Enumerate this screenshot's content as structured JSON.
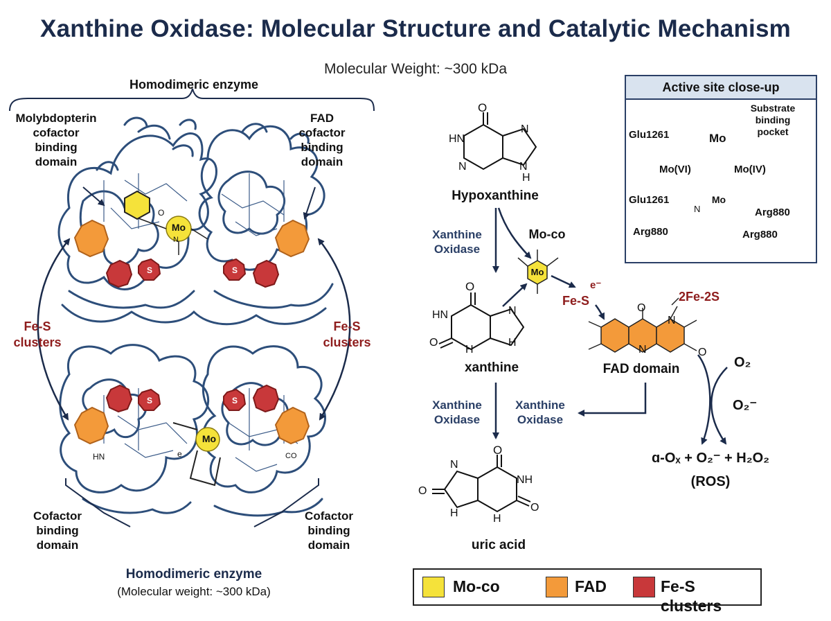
{
  "title": "Xanthine Oxidase: Molecular Structure and Catalytic Mechanism",
  "subtitle": "Molecular Weight: ~300 kDa",
  "structure": {
    "top_bracket_label": "Homodimeric enzyme",
    "moco_domain_label": [
      "Molybdopterin",
      "cofactor",
      "binding",
      "domain"
    ],
    "fad_domain_label": [
      "FAD",
      "cofactor",
      "binding",
      "domain"
    ],
    "fes_left_label": [
      "Fe-S",
      "clusters"
    ],
    "fes_right_label": [
      "Fe-S",
      "clusters"
    ],
    "cofactor_left_label": [
      "Cofactor",
      "binding",
      "domain"
    ],
    "cofactor_right_label": [
      "Cofactor",
      "binding",
      "domain"
    ],
    "bottom_title": "Homodimeric enzyme",
    "bottom_subtitle": "(Molecular weight: ~300 kDa)",
    "mo_label": "Mo",
    "s_label": "S",
    "hn_label": "HN",
    "co_label": "CO",
    "e_label": "e",
    "n_label": "N",
    "o_label": "O"
  },
  "mechanism": {
    "hypoxanthine": "Hypoxanthine",
    "xanthine": "xanthine",
    "uric_acid": "uric acid",
    "xo_1": [
      "Xanthine",
      "Oxidase"
    ],
    "xo_2": [
      "Xanthine",
      "Oxidase"
    ],
    "xo_3": [
      "Xanthine",
      "Oxidase"
    ],
    "moco": "Mo-co",
    "fes": "Fe-S",
    "e_minus": "e⁻",
    "two_fe_two_s": "2Fe-2S",
    "fad_domain": "FAD domain",
    "o2": "O₂",
    "o2_minus": "O₂⁻",
    "ros_products": "ɑ-Oₓ + O₂⁻ + H₂O₂",
    "ros": "(ROS)",
    "atoms": {
      "O": "O",
      "N": "N",
      "HN": "HN",
      "H": "H",
      "NH": "NH",
      "Mo": "Mo"
    }
  },
  "active_site": {
    "header": "Active site close-up",
    "substrate_pocket": [
      "Substrate",
      "binding",
      "pocket"
    ],
    "glu_top": "Glu1261",
    "glu_bottom": "Glu1261",
    "mo_top": "Mo",
    "mo_vi": "Mo(VI)",
    "mo_iv": "Mo(IV)",
    "mo_center": "Mo",
    "arg_left": "Arg880",
    "arg_right_top": "Arg880",
    "arg_right_bottom": "Arg880",
    "n_label": "N"
  },
  "legend": {
    "items": [
      {
        "label": "Mo-co",
        "color": "#f5e23a"
      },
      {
        "label": "FAD",
        "color": "#f39a3a"
      },
      {
        "label": "Fe-S clusters",
        "color": "#c8383a"
      }
    ]
  },
  "colors": {
    "navy": "#1b2b4b",
    "protein": "#2d4e7a",
    "moco": "#f5e23a",
    "fad": "#f39a3a",
    "fes": "#c8383a",
    "dark_red": "#8e1c1c"
  }
}
